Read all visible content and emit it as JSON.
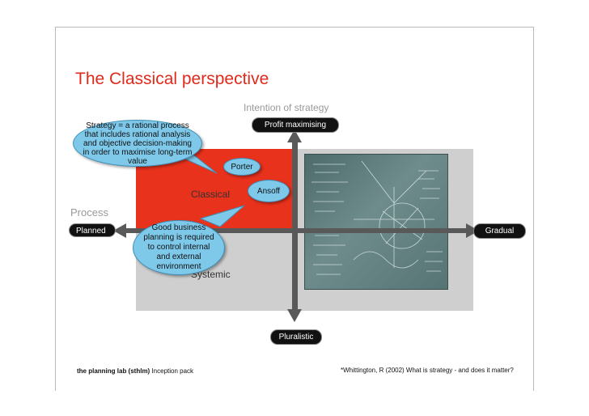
{
  "title": "The Classical perspective",
  "axis_top_label": "Intention of strategy",
  "axis_left_label": "Process",
  "pill_top": "Profit maximising",
  "pill_bottom": "Pluralistic",
  "pill_left": "Planned",
  "pill_right": "Gradual",
  "quadrant_classical": "Classical",
  "quadrant_systemic": "Systemic",
  "bubble_strategy": "Strategy = a rational process that includes rational analysis and objective decision-making in order to maximise long-term value",
  "bubble_porter": "Porter",
  "bubble_ansoff": "Ansoff",
  "bubble_business": "Good business planning is required to control internal and external environment",
  "footer_left_bold": "the planning lab (sthlm)",
  "footer_left_rest": " Inception pack",
  "footer_right": "*Whittington, R (2002) What is strategy - and does it matter?",
  "colors": {
    "title": "#e02a1b",
    "classical_quadrant": "#e8321c",
    "bubble": "#7ec8ea",
    "axis": "#595959",
    "quadrant_gray": "#cfcfcf"
  }
}
